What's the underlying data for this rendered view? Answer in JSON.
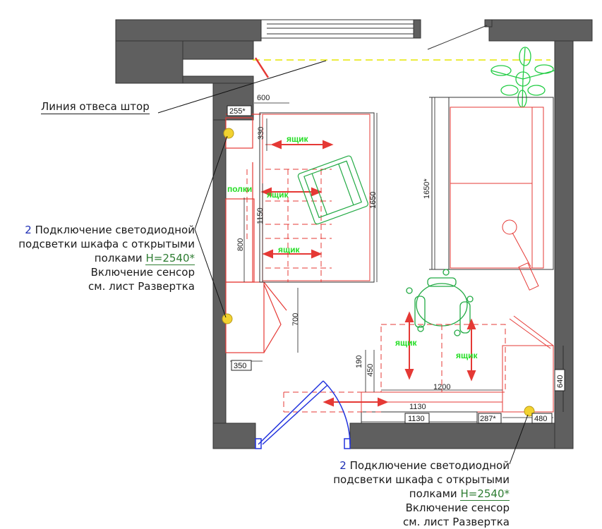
{
  "labels": {
    "curtain_line": "Линия отвеса штор",
    "drawer": "ящик",
    "shelves": "полки"
  },
  "callout_left": {
    "number": "2",
    "line1": "Подключение светодиодной",
    "line2": "подсветки шкафа с открытыми",
    "line3_prefix": "полками",
    "height": "H=2540*",
    "line4": "Включение сенсор",
    "line5": "см. лист Развертка"
  },
  "callout_bottom": {
    "number": "2",
    "line1": "Подключение светодиодной",
    "line2": "подсветки шкафа с открытыми",
    "line3_prefix": "полками",
    "height": "H=2540*",
    "line4": "Включение сенсор",
    "line5": "см. лист Развертка"
  },
  "dimensions": {
    "d600": "600",
    "d255": "255*",
    "d330": "330",
    "d1150": "1150",
    "d800": "800",
    "d1650_bed": "1650",
    "d1650_sofa": "1650*",
    "d700": "700",
    "d350": "350",
    "d190": "190",
    "d450": "450",
    "d1200": "1200",
    "d1130_top": "1130",
    "d1130_box": "1130",
    "d287": "287*",
    "d480": "480",
    "d640": "640"
  },
  "colors": {
    "wall": "#5f5f5f",
    "furniture": "#e53935",
    "green": "#22aa44",
    "door": "#2233dd",
    "curtain": "#e6e600",
    "sensor": "#f2d230"
  }
}
